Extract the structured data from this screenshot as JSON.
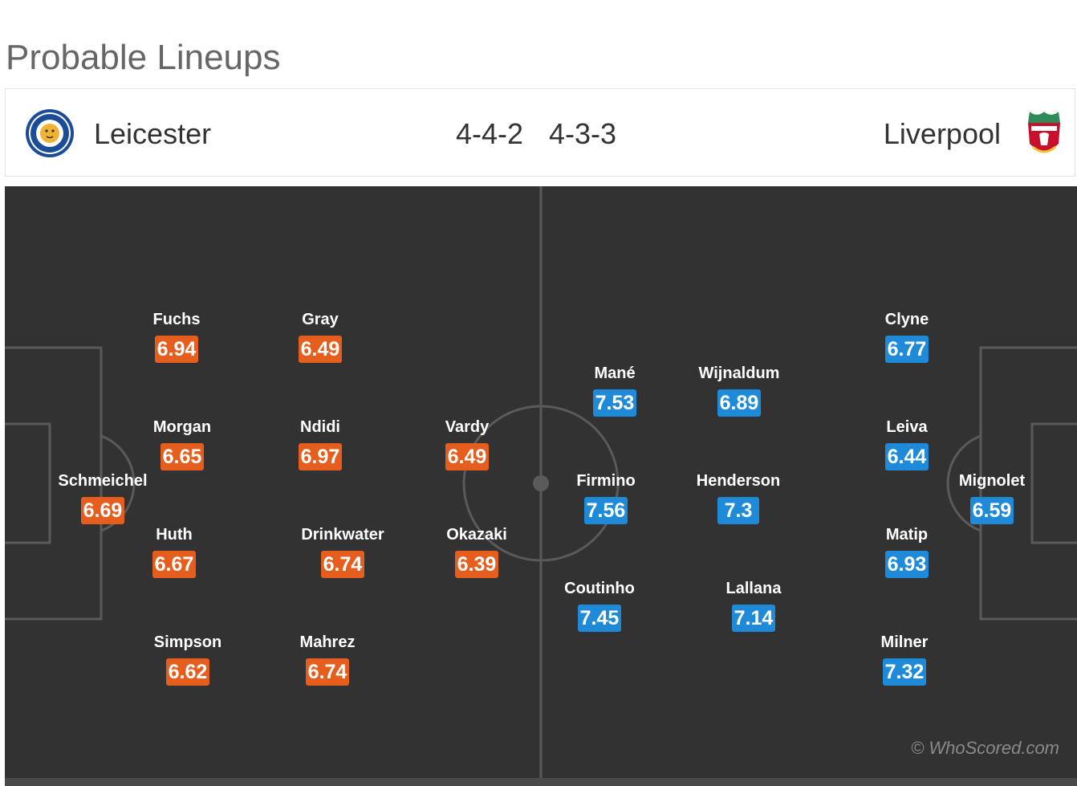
{
  "page_title": "Probable Lineups",
  "home": {
    "name": "Leicester",
    "formation": "4-4-2",
    "players": [
      {
        "name": "Schmeichel",
        "rating": "6.69"
      },
      {
        "name": "Fuchs",
        "rating": "6.94"
      },
      {
        "name": "Morgan",
        "rating": "6.65"
      },
      {
        "name": "Huth",
        "rating": "6.67"
      },
      {
        "name": "Simpson",
        "rating": "6.62"
      },
      {
        "name": "Gray",
        "rating": "6.49"
      },
      {
        "name": "Ndidi",
        "rating": "6.97"
      },
      {
        "name": "Drinkwater",
        "rating": "6.74"
      },
      {
        "name": "Mahrez",
        "rating": "6.74"
      },
      {
        "name": "Vardy",
        "rating": "6.49"
      },
      {
        "name": "Okazaki",
        "rating": "6.39"
      }
    ]
  },
  "away": {
    "name": "Liverpool",
    "formation": "4-3-3",
    "players": [
      {
        "name": "Mignolet",
        "rating": "6.59"
      },
      {
        "name": "Clyne",
        "rating": "6.77"
      },
      {
        "name": "Leiva",
        "rating": "6.44"
      },
      {
        "name": "Matip",
        "rating": "6.93"
      },
      {
        "name": "Milner",
        "rating": "7.32"
      },
      {
        "name": "Wijnaldum",
        "rating": "6.89"
      },
      {
        "name": "Henderson",
        "rating": "7.3"
      },
      {
        "name": "Lallana",
        "rating": "7.14"
      },
      {
        "name": "Mané",
        "rating": "7.53"
      },
      {
        "name": "Firmino",
        "rating": "7.56"
      },
      {
        "name": "Coutinho",
        "rating": "7.45"
      }
    ]
  },
  "watermark": "© WhoScored.com",
  "colors": {
    "home_rating": "#e55e1e",
    "away_rating": "#1e8ad8",
    "pitch": "#323232"
  }
}
